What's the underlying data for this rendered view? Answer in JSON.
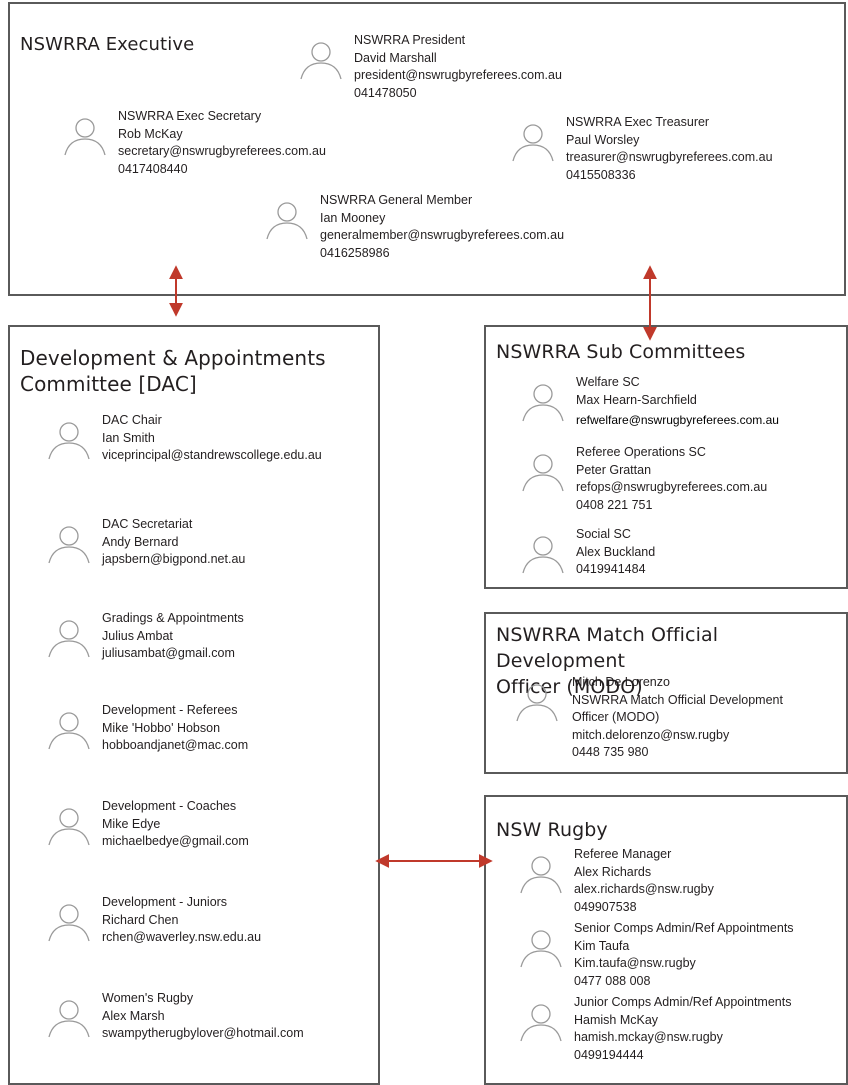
{
  "colors": {
    "border": "#5a5a5a",
    "arrow": "#c0392b",
    "avatar": "#9a9a9a",
    "text": "#231f20"
  },
  "exec": {
    "title": "NSWRRA Executive",
    "president": {
      "role": "NSWRRA President",
      "name": "David Marshall",
      "email": "president@nswrugbyreferees.com.au",
      "phone": "041478050"
    },
    "secretary": {
      "role": "NSWRRA Exec Secretary",
      "name": "Rob McKay",
      "email": "secretary@nswrugbyreferees.com.au",
      "phone": "0417408440"
    },
    "treasurer": {
      "role": "NSWRRA Exec Treasurer",
      "name": "Paul Worsley",
      "email": "treasurer@nswrugbyreferees.com.au",
      "phone": "0415508336"
    },
    "general": {
      "role": "NSWRRA General Member",
      "name": "Ian Mooney",
      "email": "generalmember@nswrugbyreferees.com.au",
      "phone": "0416258986"
    }
  },
  "dac": {
    "title_line1": "Development & Appointments",
    "title_line2": "Committee [DAC]",
    "members": [
      {
        "role": "DAC Chair",
        "name": "Ian Smith",
        "email": "viceprincipal@standrewscollege.edu.au"
      },
      {
        "role": "DAC Secretariat",
        "name": "Andy Bernard",
        "email": "japsbern@bigpond.net.au"
      },
      {
        "role": "Gradings & Appointments",
        "name": "Julius Ambat",
        "email": "juliusambat@gmail.com"
      },
      {
        "role": "Development - Referees",
        "name": "Mike 'Hobbo' Hobson",
        "email": "hobboandjanet@mac.com"
      },
      {
        "role": "Development - Coaches",
        "name": "Mike Edye",
        "email": "michaelbedye@gmail.com"
      },
      {
        "role": "Development - Juniors",
        "name": "Richard Chen",
        "email": "rchen@waverley.nsw.edu.au"
      },
      {
        "role": "Women's Rugby",
        "name": "Alex Marsh",
        "email": "swampytherugbylover@hotmail.com"
      }
    ]
  },
  "sub": {
    "title": "NSWRRA Sub Committees",
    "welfare": {
      "role": "Welfare SC",
      "name": "Max Hearn-Sarchfield",
      "email": "refwelfare@nswrugbyreferees.com.au"
    },
    "refops": {
      "role": "Referee Operations SC",
      "name": "Peter Grattan",
      "email": "refops@nswrugbyreferees.com.au",
      "phone": "0408 221 751"
    },
    "social": {
      "role": "Social SC",
      "name": "Alex Buckland",
      "phone": "0419941484"
    }
  },
  "modo": {
    "title_line1": "NSWRRA Match Official Development",
    "title_line2": "Officer (MODO)",
    "member": {
      "name": "Mitch De Lorenzo",
      "role_line1": "NSWRRA Match Official Development",
      "role_line2": "Officer (MODO)",
      "email": "mitch.delorenzo@nsw.rugby",
      "phone": "0448 735 980"
    }
  },
  "nsw": {
    "title": "NSW Rugby",
    "members": [
      {
        "role": "Referee Manager",
        "name": "Alex Richards",
        "email": "alex.richards@nsw.rugby",
        "phone": "049907538"
      },
      {
        "role": "Senior Comps Admin/Ref Appointments",
        "name": "Kim Taufa",
        "email": "Kim.taufa@nsw.rugby",
        "phone": "0477 088 008"
      },
      {
        "role": "Junior Comps Admin/Ref Appointments",
        "name": "Hamish McKay",
        "email": "hamish.mckay@nsw.rugby",
        "phone": "0499194444"
      }
    ]
  }
}
